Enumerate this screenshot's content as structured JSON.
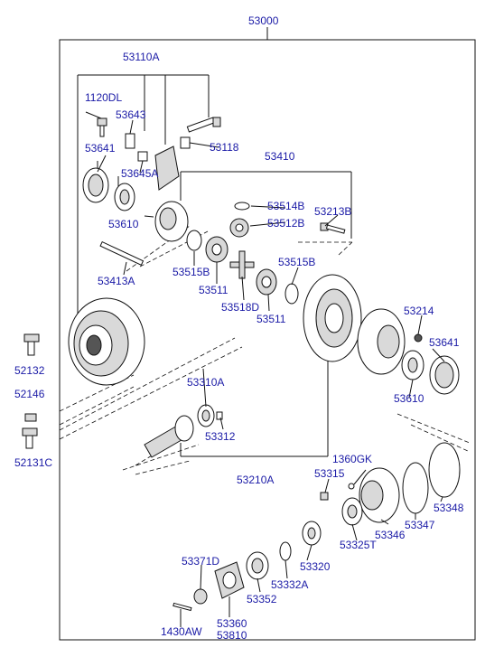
{
  "diagram": {
    "labels": {
      "l53000": "53000",
      "l53110A": "53110A",
      "l1120DL": "1120DL",
      "l53643": "53643",
      "l53641a": "53641",
      "l53645A": "53645A",
      "l53118": "53118",
      "l53410": "53410",
      "l53514B": "53514B",
      "l53512B": "53512B",
      "l53213B": "53213B",
      "l53610a": "53610",
      "l53413A": "53413A",
      "l53515Ba": "53515B",
      "l53511a": "53511",
      "l53515Bb": "53515B",
      "l53518D": "53518D",
      "l53511b": "53511",
      "l53214": "53214",
      "l53641b": "53641",
      "l52132": "52132",
      "l52146": "52146",
      "l52131C": "52131C",
      "l53310A": "53310A",
      "l53312": "53312",
      "l53610b": "53610",
      "l1360GK": "1360GK",
      "l53315": "53315",
      "l53210A": "53210A",
      "l53348": "53348",
      "l53347": "53347",
      "l53346": "53346",
      "l53325T": "53325T",
      "l53320": "53320",
      "l53371D": "53371D",
      "l53332A": "53332A",
      "l53352": "53352",
      "l53360": "53360",
      "l53810": "53810",
      "l1430AW": "1430AW"
    }
  }
}
